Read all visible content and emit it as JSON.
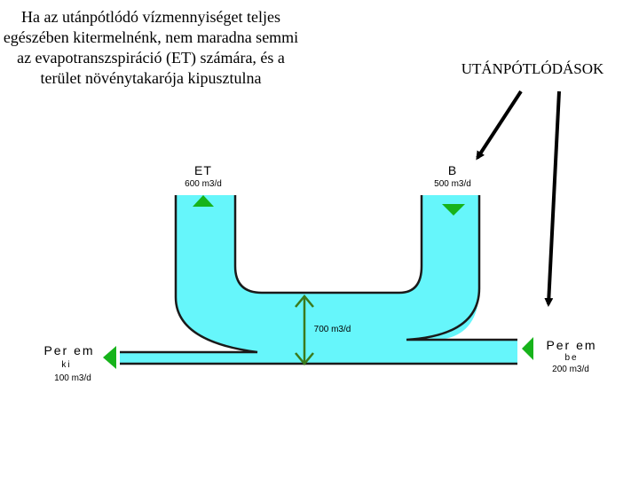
{
  "caption": "Ha az utánpótlódó vízmennyiséget teljes egészében kitermelnénk, nem maradna semmi az evapotranszspiráció (ET) számára, és a terület növénytakarója kipusztulna",
  "header": "UTÁNPÓTLÓDÁSOK",
  "et": {
    "label": "ET",
    "value": "600 m3/d"
  },
  "b": {
    "label": "B",
    "value": "500 m3/d"
  },
  "center_flow": "700 m3/d",
  "perem_ki": {
    "label": "Per em",
    "sub": "ki",
    "value": "100 m3/d"
  },
  "perem_be": {
    "label": "Per em",
    "sub": "be",
    "value": "200 m3/d"
  },
  "colors": {
    "water": "#66f6fb",
    "outline": "#1a1a1a",
    "marker": "#17b31b",
    "arrow_center": "#3b7a1c"
  }
}
